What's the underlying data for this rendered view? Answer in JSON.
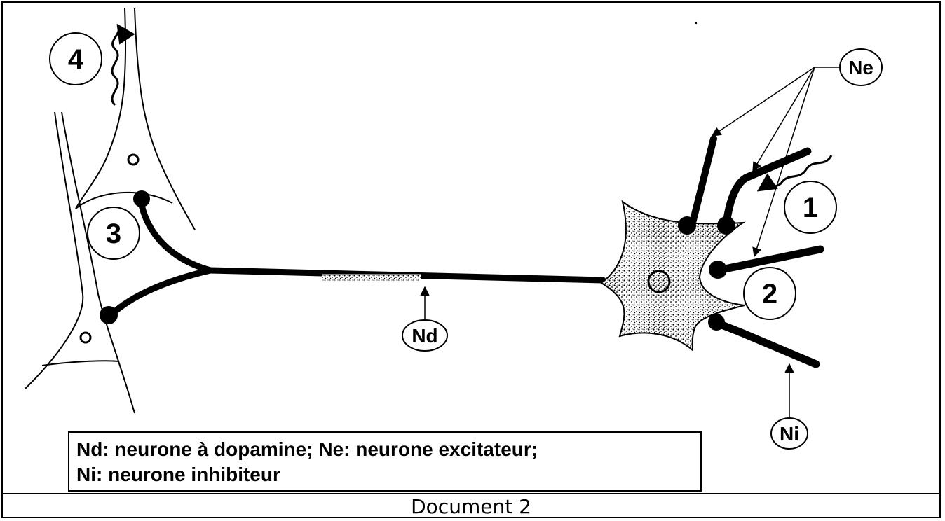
{
  "diagram": {
    "markers": {
      "m1": "1",
      "m2": "2",
      "m3": "3",
      "m4": "4"
    },
    "labels": {
      "nd": "Nd",
      "ne": "Ne",
      "ni": "Ni"
    }
  },
  "legend": {
    "line1": "Nd: neurone à dopamine; Ne: neurone excitateur;",
    "line2": "Ni: neurone inhibiteur"
  },
  "caption": "Document 2"
}
